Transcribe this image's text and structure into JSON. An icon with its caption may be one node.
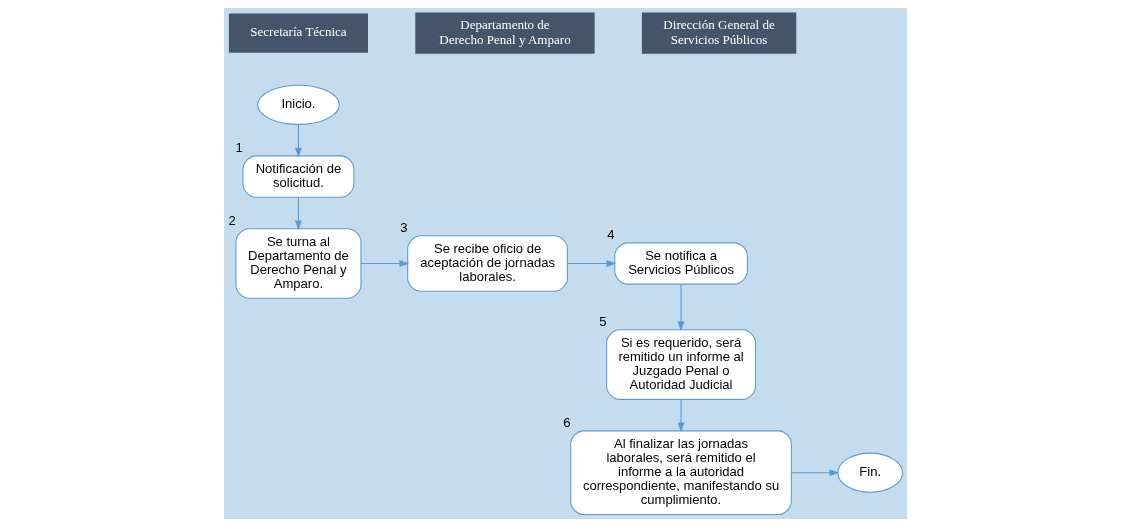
{
  "diagram": {
    "nodes": [
      {
        "text": [
          "Inicio."
        ]
      },
      {
        "text": [
          "Notificación de solicitud."
        ],
        "beside": [
          "1"
        ]
      },
      {
        "text": [
          "Se turna al Departamento de Derecho Penal y Amparo."
        ],
        "beside": [
          "2"
        ]
      },
      {
        "text": [
          "Se recibe oficio de aceptación de jornadas laborales."
        ],
        "beside": [
          "3"
        ]
      },
      {
        "text": [
          "Se notifica a Servicios Públicos"
        ],
        "beside": [
          "4"
        ]
      },
      {
        "text": [
          "Si es requerido, será remitido un informe al Juzgado Penal o Autoridad Judicial"
        ],
        "beside": [
          "5"
        ]
      },
      {
        "text": [
          "Al finalizar las jornadas laborales, será remitido el informe a la autoridad correspondiente, manifestando su cumplimiento."
        ],
        "beside": [
          "6"
        ]
      },
      {
        "text": [
          "Fin."
        ]
      }
    ],
    "edges": [
      {
        "from": 0,
        "to": 1,
        "arrow": "to"
      },
      {
        "from": 1,
        "to": 2,
        "arrow": "to"
      },
      {
        "from": 2,
        "to": 3,
        "arrow": "to"
      },
      {
        "from": 3,
        "to": 4,
        "arrow": "to"
      },
      {
        "from": 4,
        "to": 5,
        "arrow": "to"
      },
      {
        "from": 5,
        "to": 6,
        "arrow": "to"
      },
      {
        "from": 6,
        "to": 7,
        "arrow": "to"
      }
    ],
    "labels": [
      "Secretaría Técnica",
      "Departamento de Derecho Penal y Amparo",
      "Dirección General de Servicios Públicos"
    ]
  }
}
